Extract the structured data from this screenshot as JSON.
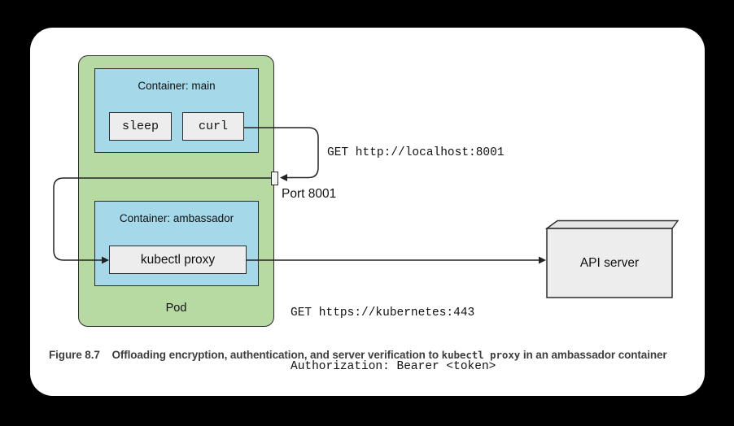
{
  "colors": {
    "pod_green": "#b7d9a2",
    "container_blue": "#a5d8e9",
    "process_gray": "#ededed",
    "api_server_gray": "#ededed",
    "frame_black": "#000000",
    "card_white": "#ffffff",
    "line_black": "#222222",
    "caption_gray": "#3d3d3d"
  },
  "pod": {
    "label": "Pod",
    "main_container": {
      "title": "Container: main",
      "sleep": "sleep",
      "curl": "curl"
    },
    "ambassador_container": {
      "title": "Container: ambassador",
      "proxy": "kubectl proxy"
    }
  },
  "port": {
    "label": "Port 8001"
  },
  "requests": {
    "localhost": "GET http://localhost:8001",
    "kubernetes_line1": "GET https://kubernetes:443",
    "kubernetes_line2": "Authorization: Bearer <token>"
  },
  "api_server": {
    "label": "API server"
  },
  "caption": {
    "figure_label": "Figure 8.7",
    "before_code": "Offloading encryption, authentication, and server verification to",
    "code": "kubectl proxy",
    "after_code": "in an ambassador container"
  }
}
